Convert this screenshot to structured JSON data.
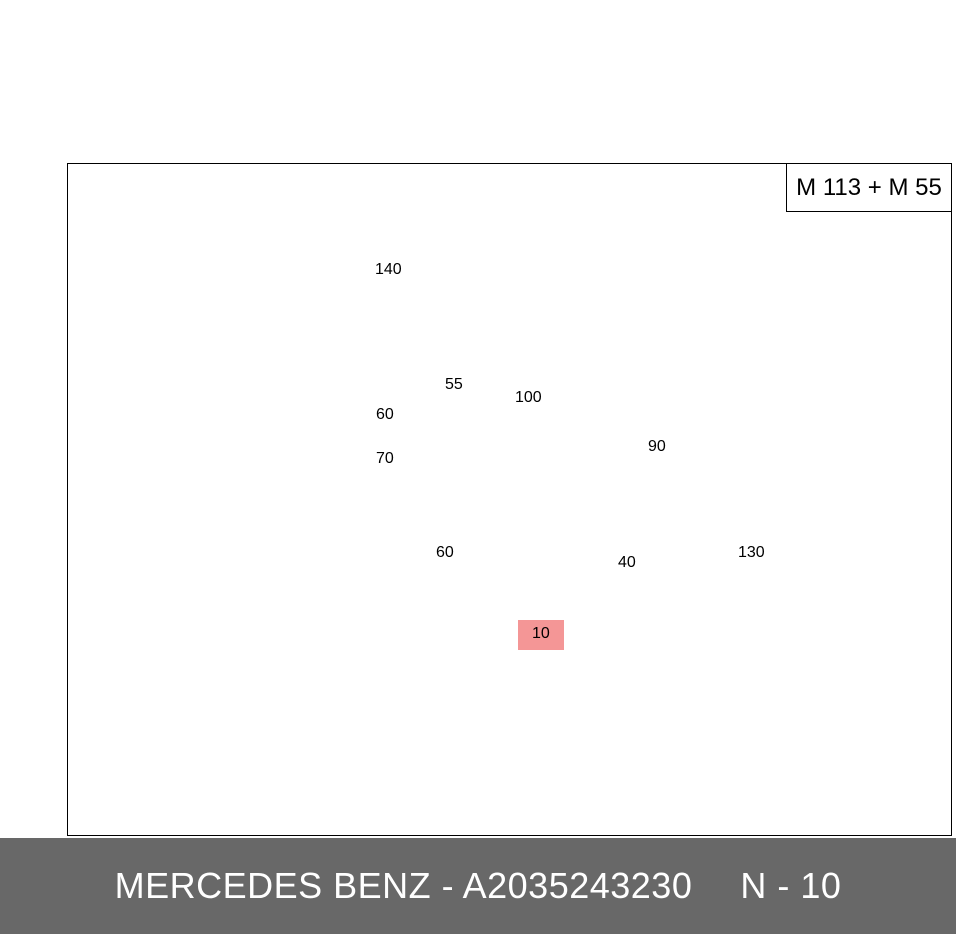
{
  "diagram": {
    "model_label": "M 113 + M 55",
    "callouts": {
      "c140": "140",
      "c55": "55",
      "c60a": "60",
      "c100": "100",
      "c90": "90",
      "c70": "70",
      "c60b": "60",
      "c40": "40",
      "c130": "130",
      "c10": "10"
    },
    "highlight_color": "#ec5050"
  },
  "footer": {
    "brand": "MERCEDES BENZ - A2035243230",
    "position": "N - 10",
    "background": "#686868"
  }
}
